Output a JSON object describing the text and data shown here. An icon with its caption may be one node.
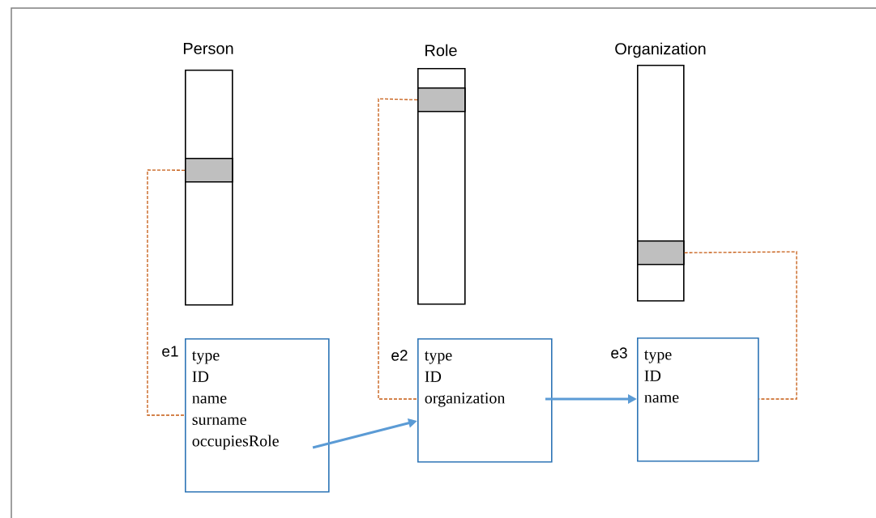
{
  "diagram": {
    "nodes": [
      {
        "text": [
          "Person"
        ]
      },
      {
        "text": [],
        "shape": "box",
        "in": 0
      },
      {
        "text": [
          "Role"
        ]
      },
      {
        "text": [],
        "shape": "box",
        "in": 2
      },
      {
        "text": [
          "Organization"
        ]
      },
      {
        "text": [],
        "shape": "box",
        "in": 4
      },
      {
        "text": [
          "e1",
          "type",
          "ID",
          "name",
          "surname",
          "occupiesRole"
        ]
      },
      {
        "text": [
          "e2",
          "type",
          "ID",
          "organization"
        ]
      },
      {
        "text": [
          "e3",
          "type",
          "ID",
          "name"
        ]
      }
    ],
    "edges": [
      {
        "from": 1,
        "to": 6,
        "arrow": "none",
        "style": "dashed",
        "color": "#c55a11"
      },
      {
        "from": 3,
        "to": 7,
        "arrow": "none",
        "style": "dashed",
        "color": "#c55a11"
      },
      {
        "from": 5,
        "to": 8,
        "arrow": "none",
        "style": "dashed",
        "color": "#c55a11"
      },
      {
        "from": 6,
        "to": 7,
        "arrow": "to",
        "style": "thick",
        "color": "#5b9bd5"
      },
      {
        "from": 7,
        "to": 8,
        "arrow": "to",
        "style": "thick",
        "color": "#5b9bd5"
      }
    ]
  }
}
